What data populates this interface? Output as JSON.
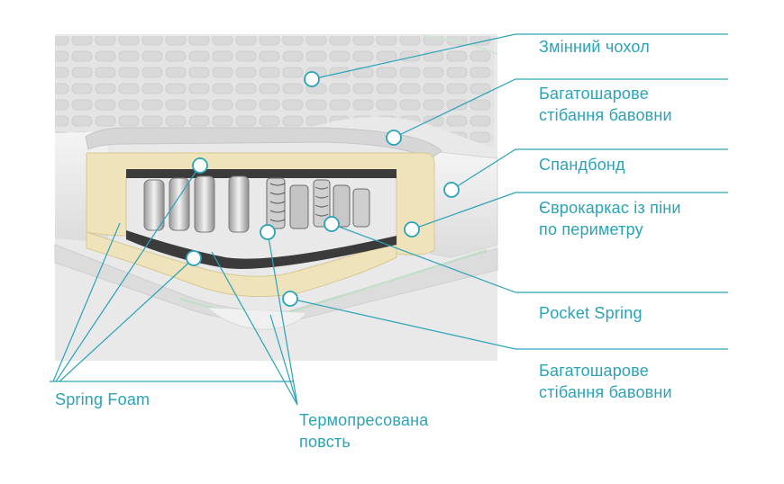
{
  "labels": [
    {
      "id": "cover",
      "lines": [
        "Змінний чохол"
      ]
    },
    {
      "id": "quilt-top",
      "lines": [
        "Багатошарове",
        "стібання бавовни"
      ]
    },
    {
      "id": "spunbond",
      "lines": [
        "Спандбонд"
      ]
    },
    {
      "id": "eurocase",
      "lines": [
        "Єврокаркас із піни",
        "по периметру"
      ]
    },
    {
      "id": "pocket-spring",
      "lines": [
        "Pocket Spring"
      ]
    },
    {
      "id": "quilt-bottom",
      "lines": [
        "Багатошарове",
        "стібання бавовни"
      ]
    },
    {
      "id": "spring-foam",
      "lines": [
        "Spring Foam"
      ]
    },
    {
      "id": "felt",
      "lines": [
        "Термопресована",
        "повсть"
      ]
    }
  ],
  "colors": {
    "accent": "#2aa3b8",
    "foam": "#efe3bc",
    "felt": "#3b3b3b",
    "background": "#e9e9e9"
  }
}
